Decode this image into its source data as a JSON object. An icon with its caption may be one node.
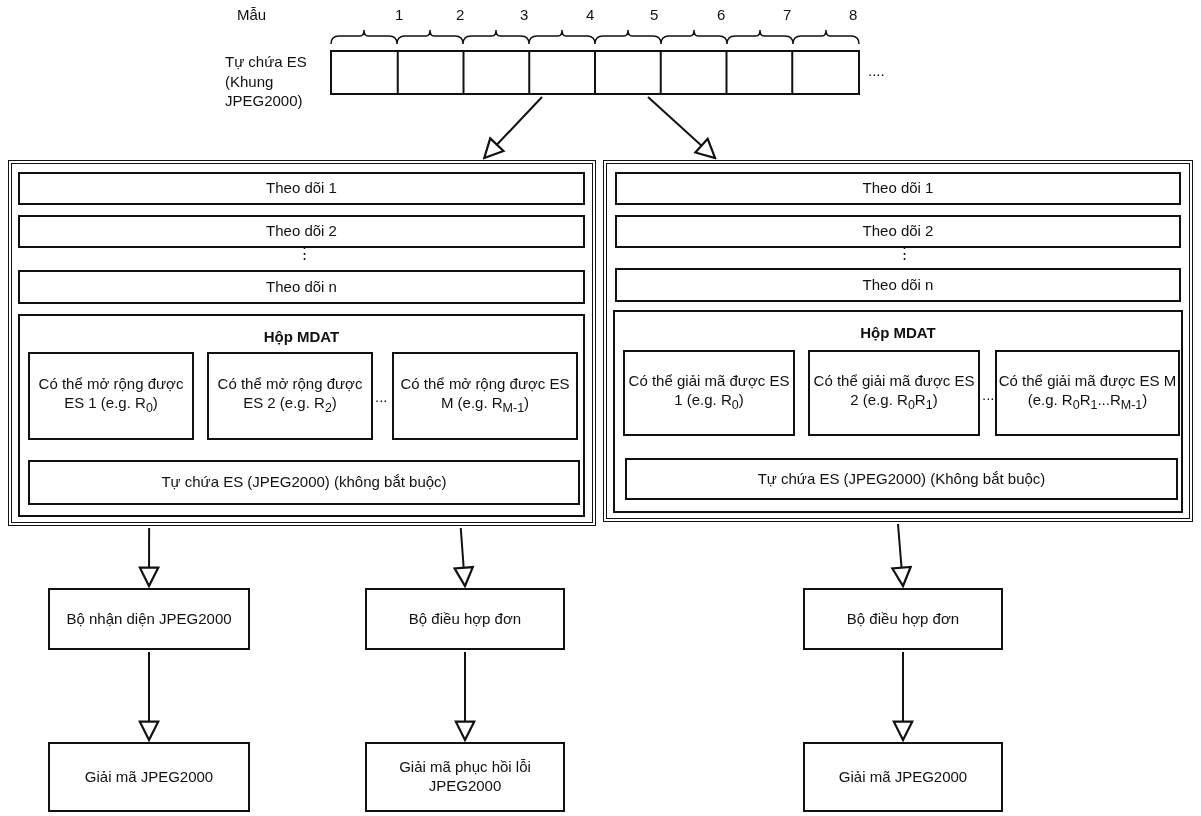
{
  "diagram": {
    "nodes": [
      {
        "text": [],
        "shape": "bar",
        "beside": [
          "Tự chứa ES (Khung JPEG2000)",
          "...."
        ]
      },
      {
        "text": [],
        "shape": "box"
      },
      {
        "text": [
          "Theo dõi 1"
        ],
        "in": 1
      },
      {
        "text": [
          "Theo dõi 2"
        ],
        "in": 1
      },
      {
        "text": [
          "Theo dõi n"
        ],
        "in": 1
      },
      {
        "text": [
          "Hộp MDAT"
        ],
        "in": 1
      },
      {
        "text": [
          "Có thể mở rộng được ES 1 (e.g. R$_{0}$)"
        ],
        "in": 5
      },
      {
        "text": [
          "Có thể mở rộng được ES 2 (e.g. R$_{2}$)"
        ],
        "in": 5
      },
      {
        "text": [
          "Có thể mở rộng được ES M (e.g. R$_{M-1}$)"
        ],
        "in": 5
      },
      {
        "text": [
          "Tự chứa ES (JPEG2000) (không bắt buộc)"
        ],
        "in": 5
      },
      {
        "text": [],
        "shape": "box"
      },
      {
        "text": [
          "Theo dõi 1"
        ],
        "in": 10
      },
      {
        "text": [
          "Theo dõi 2"
        ],
        "in": 10
      },
      {
        "text": [
          "Theo dõi n"
        ],
        "in": 10
      },
      {
        "text": [
          "Hộp MDAT"
        ],
        "in": 10
      },
      {
        "text": [
          "Có thể giải mã được ES 1 (e.g. R$_{0}$)"
        ],
        "in": 14
      },
      {
        "text": [
          "Có thể giải mã được ES 2 (e.g. R$_{0}$R$_{1}$)"
        ],
        "in": 14
      },
      {
        "text": [
          "Có thể giải mã được ES M (e.g. R$_{0}$R$_{1}$...R$_{M-1}$)"
        ],
        "in": 14
      },
      {
        "text": [
          "Tự chứa ES (JPEG2000) (Không bắt buộc)"
        ],
        "in": 14
      },
      {
        "text": [
          "Bộ nhận diện JPEG2000"
        ]
      },
      {
        "text": [
          "Bộ điều hợp đơn"
        ]
      },
      {
        "text": [
          "Bộ điều hợp đơn"
        ]
      },
      {
        "text": [
          "Giải mã JPEG2000"
        ]
      },
      {
        "text": [
          "Giải mã phục hồi lỗi JPEG2000"
        ]
      },
      {
        "text": [
          "Giải mã JPEG2000"
        ]
      }
    ],
    "edges": [
      {
        "from": 0,
        "to": 1,
        "arrow": "to"
      },
      {
        "from": 0,
        "to": 10,
        "arrow": "to"
      },
      {
        "from": 1,
        "to": 19,
        "arrow": "to"
      },
      {
        "from": 1,
        "to": 20,
        "arrow": "to"
      },
      {
        "from": 10,
        "to": 21,
        "arrow": "to"
      },
      {
        "from": 19,
        "to": 22,
        "arrow": "to"
      },
      {
        "from": 20,
        "to": 23,
        "arrow": "to"
      },
      {
        "from": 21,
        "to": 24,
        "arrow": "to"
      }
    ],
    "labels": [
      "Mẫu",
      "1",
      "2",
      "3",
      "4",
      "5",
      "6",
      "7",
      "8",
      "⋮",
      "⋮",
      "...",
      "..."
    ]
  }
}
